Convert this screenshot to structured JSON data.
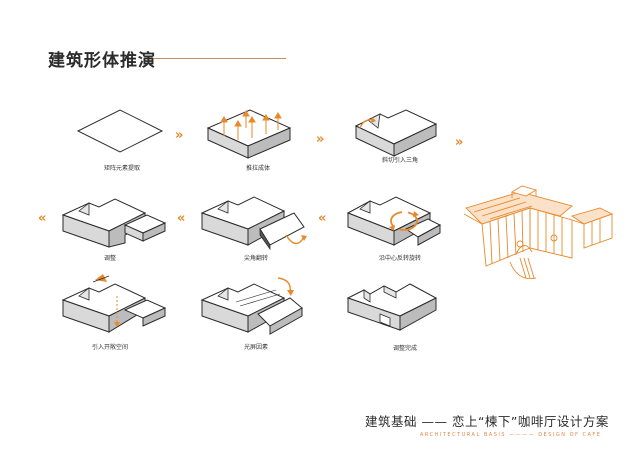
{
  "title": "建筑形体推演",
  "arrow_right": "»",
  "arrow_left": "«",
  "steps": [
    {
      "label": "矩阵元素提取"
    },
    {
      "label": "推拉成体"
    },
    {
      "label": "斜切引入三角"
    },
    {
      "label": "调整"
    },
    {
      "label": "尖角翻转"
    },
    {
      "label": "沿中心反转旋转"
    },
    {
      "label": "引入开敞空间"
    },
    {
      "label": "光屏因素"
    },
    {
      "label": "调整完成"
    }
  ],
  "footer": {
    "cn": "建筑基础 —— 恋上“楝下”咖啡厅设计方案",
    "en": "ARCHITECTURAL BASIS ———— DESIGN OF CAFE"
  },
  "colors": {
    "accent": "#e8892b",
    "line": "#2b2b2b",
    "face_top": "#ffffff",
    "face_side": "#d9d9d9",
    "face_dark": "#bcbcbc"
  }
}
